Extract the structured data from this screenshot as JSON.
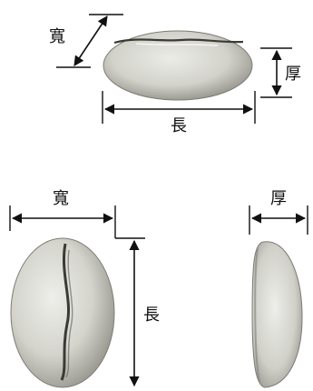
{
  "labels": {
    "top_width": "寬",
    "top_thickness": "厚",
    "top_length": "長",
    "front_width": "寬",
    "front_length": "長",
    "side_thickness": "厚"
  },
  "colors": {
    "bean_light": "#e9e9e4",
    "bean_mid": "#c9c9c2",
    "bean_dark": "#8e8e86",
    "crease": "#3a3a36",
    "line": "#111111"
  }
}
